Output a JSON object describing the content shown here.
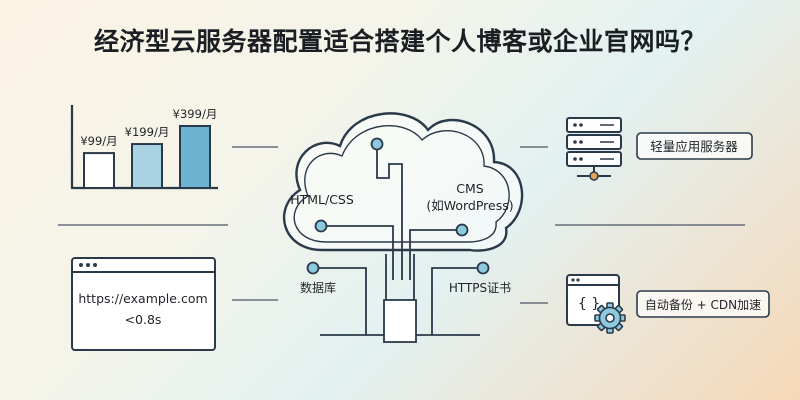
{
  "title": "经济型云服务器配置适合搭建个人博客或企业官网吗？",
  "pricing": {
    "prices": [
      {
        "label": "¥99/月",
        "value": 99
      },
      {
        "label": "¥199/月",
        "value": 199
      },
      {
        "label": "¥399/月",
        "value": 399
      }
    ]
  },
  "browser": {
    "url": "https://example.com",
    "load_time": "<0.8s"
  },
  "cloud": {
    "html_css": "HTML/CSS",
    "cms_line1": "CMS",
    "cms_line2": "(如WordPress)",
    "database": "数据库",
    "https": "HTTPS证书"
  },
  "right": {
    "server_label": "轻量应用服务器",
    "backup_label": "自动备份 + CDN加速"
  },
  "colors": {
    "stroke": "#2b3a4a",
    "bar_light": "#ffffff",
    "bar_mid": "#a9d2e2",
    "bar_dark": "#6cb4d2",
    "node": "#8ec9de"
  }
}
